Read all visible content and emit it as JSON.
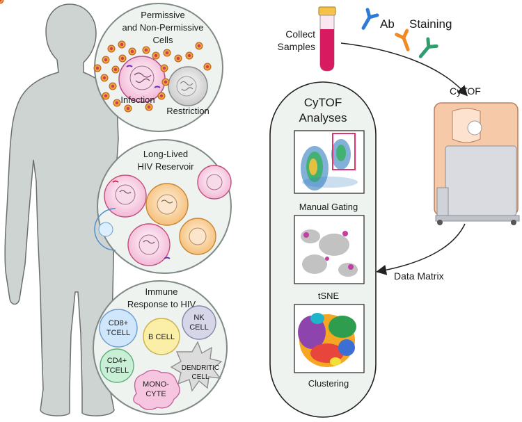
{
  "panels": {
    "permissive": {
      "title_lines": [
        "Permissive",
        "and Non-Permissive",
        "Cells"
      ],
      "infection_label": "Infection",
      "restriction_label": "Restriction"
    },
    "reservoir": {
      "title_lines": [
        "Long-Lived",
        "HIV Reservoir"
      ]
    },
    "immune": {
      "title_lines": [
        "Immune",
        "Response to HIV"
      ],
      "cd8_lines": [
        "CD8+",
        "TCELL"
      ],
      "bcell_label": "B CELL",
      "nk_lines": [
        "NK",
        "CELL"
      ],
      "cd4_lines": [
        "CD4+",
        "TCELL"
      ],
      "dendritic_lines": [
        "DENDRITIC",
        "CELL"
      ],
      "monocyte_lines": [
        "MONO-",
        "CYTE"
      ]
    }
  },
  "workflow": {
    "collect_lines": [
      "Collect",
      "Samples"
    ],
    "ab_label": "Ab",
    "staining_label": "Staining",
    "cytof_label": "CyTOF",
    "data_matrix_label": "Data Matrix"
  },
  "analyses": {
    "title_lines": [
      "CyTOF",
      "Analyses"
    ],
    "manual_gating_label": "Manual Gating",
    "tsne_label": "tSNE",
    "clustering_label": "Clustering"
  },
  "colors": {
    "tube_liquid": "#d81b60",
    "antibody_blue": "#2e7bd6",
    "antibody_orange": "#f08a24",
    "antibody_green": "#2e9e6e",
    "gate_box": "#e0336b",
    "machine_body": "#f6c9a8",
    "machine_base": "#d9dbe0",
    "panel_fill": "#eef3f0",
    "body_fill": "#ced4d2"
  }
}
